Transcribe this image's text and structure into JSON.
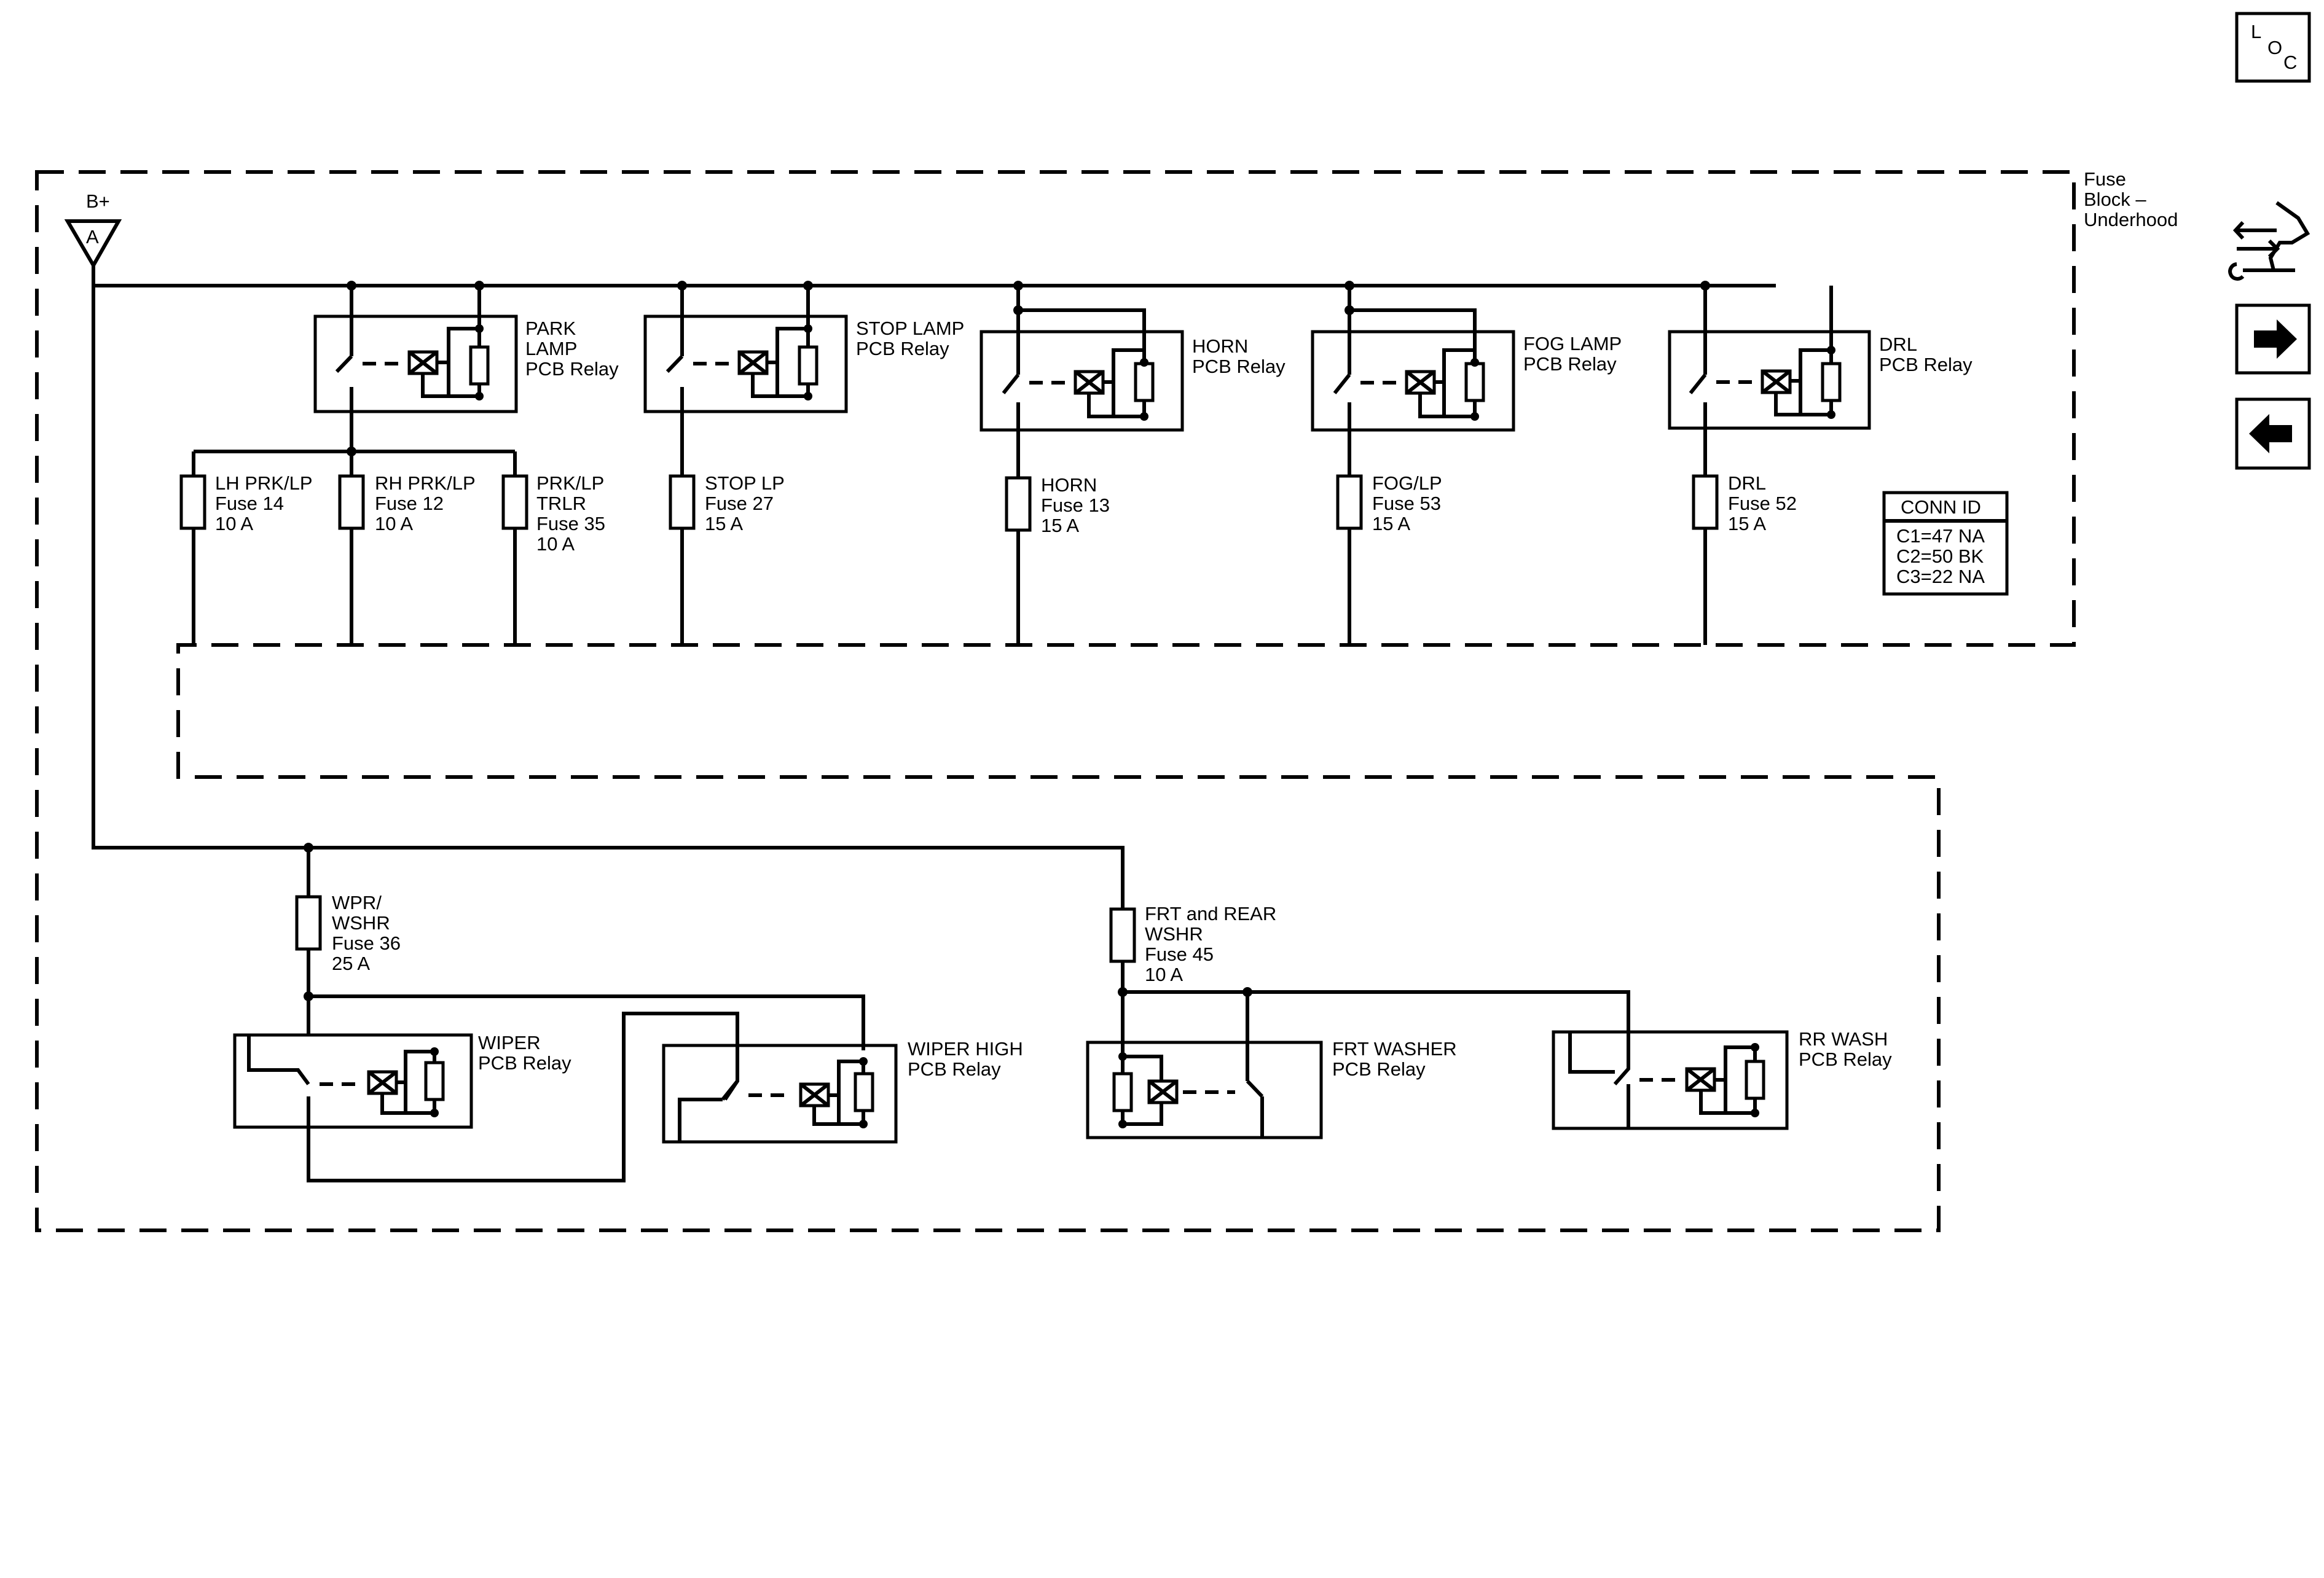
{
  "source": {
    "label": "B+",
    "connector": "A"
  },
  "fuse_block": {
    "label_line1": "Fuse",
    "label_line2": "Block –",
    "label_line3": "Underhood"
  },
  "relays": {
    "park_lamp": {
      "line1": "PARK",
      "line2": "LAMP",
      "line3": "PCB Relay"
    },
    "stop_lamp": {
      "line1": "STOP LAMP",
      "line2": "PCB Relay"
    },
    "horn": {
      "line1": "HORN",
      "line2": "PCB Relay"
    },
    "fog_lamp": {
      "line1": "FOG LAMP",
      "line2": "PCB Relay"
    },
    "drl": {
      "line1": "DRL",
      "line2": "PCB Relay"
    },
    "wiper": {
      "line1": "WIPER",
      "line2": "PCB Relay"
    },
    "wiper_high": {
      "line1": "WIPER HIGH",
      "line2": "PCB Relay"
    },
    "frt_washer": {
      "line1": "FRT WASHER",
      "line2": "PCB Relay"
    },
    "rr_wash": {
      "line1": "RR WASH",
      "line2": "PCB Relay"
    }
  },
  "fuses": {
    "lh_prk": {
      "line1": "LH PRK/LP",
      "line2": "Fuse 14",
      "line3": "10 A"
    },
    "rh_prk": {
      "line1": "RH PRK/LP",
      "line2": "Fuse 12",
      "line3": "10 A"
    },
    "prk_trlr": {
      "line1": "PRK/LP",
      "line2": "TRLR",
      "line3": "Fuse 35",
      "line4": "10 A"
    },
    "stop_lp": {
      "line1": "STOP LP",
      "line2": "Fuse 27",
      "line3": "15 A"
    },
    "horn": {
      "line1": "HORN",
      "line2": "Fuse 13",
      "line3": "15 A"
    },
    "fog": {
      "line1": "FOG/LP",
      "line2": "Fuse 53",
      "line3": "15 A"
    },
    "drl": {
      "line1": "DRL",
      "line2": "Fuse 52",
      "line3": "15 A"
    },
    "wpr": {
      "line1": "WPR/",
      "line2": "WSHR",
      "line3": "Fuse 36",
      "line4": "25 A"
    },
    "frt_rear": {
      "line1": "FRT and REAR",
      "line2": "WSHR",
      "line3": "Fuse 45",
      "line4": "10 A"
    }
  },
  "conn_id": {
    "title": "CONN ID",
    "c1": "C1=47 NA",
    "c2": "C2=50 BK",
    "c3": "C3=22 NA"
  },
  "nav": {
    "loc_l": "L",
    "loc_o": "O",
    "loc_c": "C",
    "icons": [
      "loc-icon",
      "tool-icon",
      "arrow-right-icon",
      "arrow-left-icon"
    ]
  }
}
